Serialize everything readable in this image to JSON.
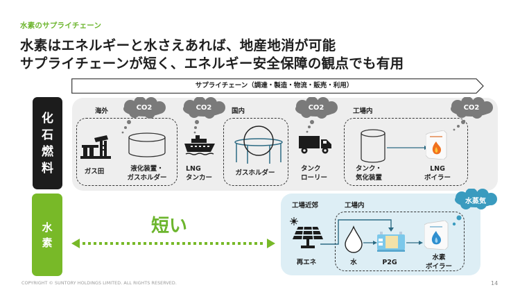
{
  "header": {
    "kicker": "水素のサプライチェーン",
    "title_line1": "水素はエネルギーと水さえあれば、地産地消が可能",
    "title_line2": "サプライチェーンが短く、エネルギー安全保障の観点でも有用"
  },
  "chain": {
    "label": "サプライチェーン（調達・製造・物流・販売・利用）"
  },
  "fossil": {
    "side_label": [
      "化",
      "石",
      "燃",
      "料"
    ],
    "regions": {
      "overseas": "海外",
      "domestic": "国内",
      "factory": "工場内"
    },
    "clouds": [
      "CO2",
      "CO2",
      "CO2",
      "CO2"
    ],
    "items": {
      "gas_field": "ガス田",
      "liquefaction_line1": "液化装置・",
      "liquefaction_line2": "ガスホルダー",
      "lng_tanker_line1": "LNG",
      "lng_tanker_line2": "タンカー",
      "gas_holder": "ガスホルダー",
      "tank_lorry_line1": "タンク",
      "tank_lorry_line2": "ローリー",
      "tank_vaporizer_line1": "タンク・",
      "tank_vaporizer_line2": "気化装置",
      "lng_boiler_line1": "LNG",
      "lng_boiler_line2": "ボイラー"
    }
  },
  "hydrogen": {
    "side_label": [
      "水",
      "素"
    ],
    "short_label": "短い",
    "regions": {
      "near_factory": "工場近郊",
      "factory": "工場内"
    },
    "cloud": "水蒸気",
    "items": {
      "renewable": "再エネ",
      "water": "水",
      "p2g": "P2G",
      "h2_boiler_line1": "水素",
      "h2_boiler_line2": "ボイラー"
    }
  },
  "colors": {
    "green": "#78b928",
    "green_text": "#6cb52d",
    "black_tab": "#1c1c1c",
    "fossil_bg": "#eeeeee",
    "h2_bg": "#ddeef5",
    "co2_cloud": "#7a7a7a",
    "steam_cloud": "#3a9bbf",
    "line_blue": "#2c6a83"
  },
  "footer": {
    "copyright": "COPYRIGHT © SUNTORY HOLDINGS LIMITED. ALL RIGHTS RESERVED.",
    "page_number": "14"
  }
}
